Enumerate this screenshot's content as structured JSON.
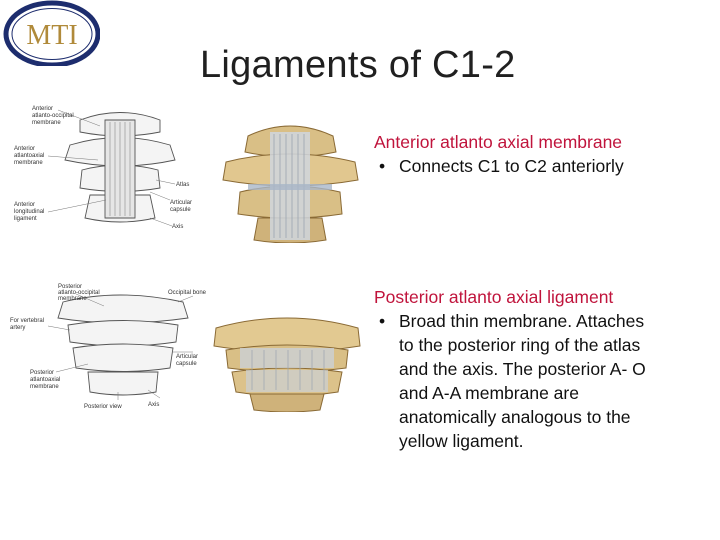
{
  "logo": {
    "text": "MTI",
    "ring_color": "#1d2d6e",
    "text_color": "#b08a3a"
  },
  "title": "Ligaments of C1-2",
  "figures": {
    "anterior_diagram": {
      "labels": [
        "Anterior",
        "atlanto-occipital",
        "membrane",
        "Anterior",
        "atlantoaxial",
        "membrane",
        "Atlas",
        "Anterior",
        "longitudinal",
        "ligament",
        "Articular",
        "capsule",
        "Axis"
      ]
    },
    "posterior_diagram": {
      "labels": [
        "Posterior",
        "atlanto-occipital",
        "membrane",
        "Occipital bone",
        "For vertebral",
        "artery",
        "Articular",
        "capsule",
        "Posterior",
        "atlantoaxial",
        "membrane",
        "Posterior view",
        "Axis"
      ]
    }
  },
  "sections": [
    {
      "heading": "Anterior atlanto axial membrane",
      "bullet_char": "•",
      "bullet_lines": [
        "Connects C1 to C2 anteriorly"
      ]
    },
    {
      "heading": "Posterior atlanto axial ligament",
      "bullet_char": "•",
      "bullet_lines": [
        "Broad thin membrane. Attaches",
        "to the posterior ring of the atlas",
        "and the axis. The posterior A- O",
        "and A-A membrane are",
        "anatomically analogous to the",
        "yellow ligament."
      ]
    }
  ],
  "colors": {
    "heading": "#c0143c",
    "bone": "#d9bf86",
    "bone_dark": "#8a6a35",
    "ligament": "#cfd6df"
  }
}
